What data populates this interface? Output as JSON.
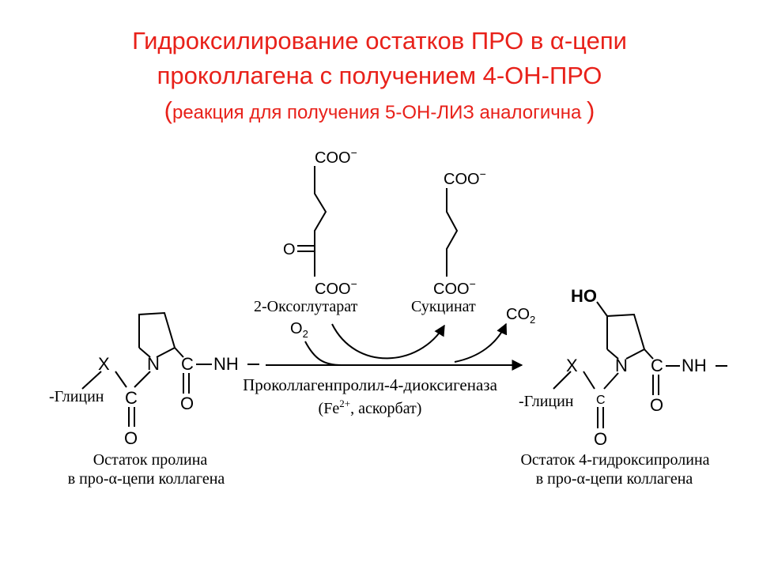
{
  "title": {
    "line1": "Гидроксилирование остатков ПРО в α-цепи",
    "line2": "проколлагена с получением 4-ОН-ПРО",
    "line3_open": "(",
    "line3_text": "реакция для получения 5-ОН-ЛИЗ аналогична",
    "line3_close": ")"
  },
  "colors": {
    "title": "#e8211a",
    "ink": "#000000"
  },
  "left_residue": {
    "x_label": "X",
    "n_label": "N",
    "c_label": "C",
    "c2_label": "C",
    "nh_label": "NH",
    "o_label": "O",
    "o2_label": "O",
    "glycine": "-Глицин",
    "caption1": "Остаток пролина",
    "caption2": "в про-α-цепи коллагена"
  },
  "cosubstrate": {
    "coo_top": "COO",
    "coo_bottom": "COO",
    "oxo_o": "O",
    "charge": "−",
    "name": "2-Оксоглутарат",
    "o2": "O",
    "o2_sub": "2"
  },
  "product_acid": {
    "coo_top": "COO",
    "coo_bottom": "COO",
    "charge": "−",
    "name": "Сукцинат",
    "co2": "CO",
    "co2_sub": "2"
  },
  "enzyme": {
    "name": "Проколлагенпролил-4-диоксигеназа",
    "cofactors_open": "(Fe",
    "cofactors_sup": "2+",
    "cofactors_close": ", аскорбат)"
  },
  "right_residue": {
    "ho_label": "HO",
    "x_label": "X",
    "n_label": "N",
    "c_label": "C",
    "c2_label": "C",
    "nh_label": "NH",
    "o_label": "O",
    "o2_label": "O",
    "glycine": "-Глицин",
    "caption1": "Остаток 4-гидроксипролина",
    "caption2": "в про-α-цепи коллагена"
  }
}
